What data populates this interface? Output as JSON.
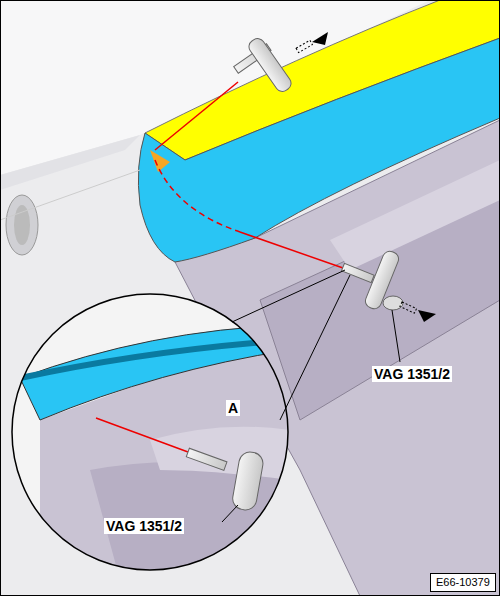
{
  "diagram": {
    "nodes": [
      {
        "text": [
          "E66-10379"
        ]
      }
    ],
    "labels": [
      "VAG 1351/2",
      "VAG 1351/2",
      "A"
    ]
  }
}
